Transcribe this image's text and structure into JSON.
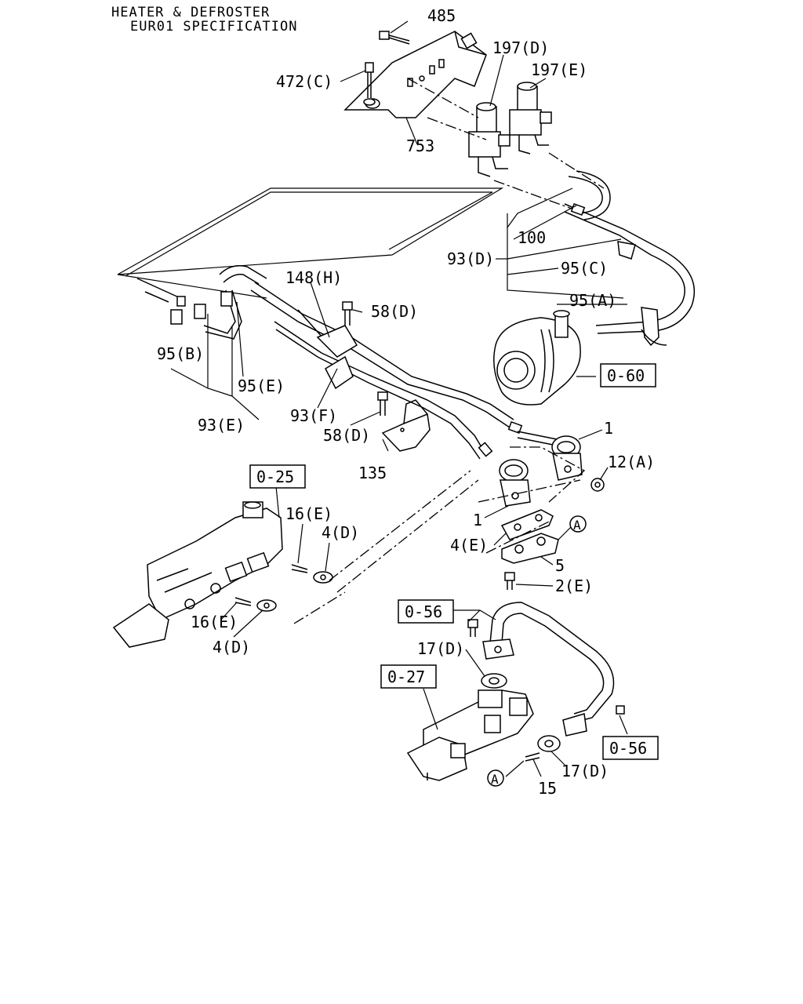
{
  "title": {
    "line1": "HEATER & DEFROSTER",
    "line2": "EUR01 SPECIFICATION"
  },
  "labels": {
    "p485": "485",
    "p472c": "472(C)",
    "p197d": "197(D)",
    "p197e": "197(E)",
    "p753": "753",
    "p100": "100",
    "p93d": "93(D)",
    "p95c": "95(C)",
    "p95a": "95(A)",
    "p148h": "148(H)",
    "p58d_top": "58(D)",
    "p95b": "95(B)",
    "p95e": "95(E)",
    "p93e": "93(E)",
    "p93f": "93(F)",
    "p58d_bot": "58(D)",
    "p135": "135",
    "p1_top": "1",
    "p12a": "12(A)",
    "p1_bot": "1",
    "p16e_top": "16(E)",
    "p4d_top": "4(D)",
    "p4e": "4(E)",
    "p5": "5",
    "p2e": "2(E)",
    "p16e_bot": "16(E)",
    "p4d_bot": "4(D)",
    "p17d_top": "17(D)",
    "p17d_bot": "17(D)",
    "p15": "15",
    "circleA": "A"
  },
  "refs": {
    "r060": "0-60",
    "r025": "0-25",
    "r056_top": "0-56",
    "r027": "0-27",
    "r056_bot": "0-56"
  }
}
